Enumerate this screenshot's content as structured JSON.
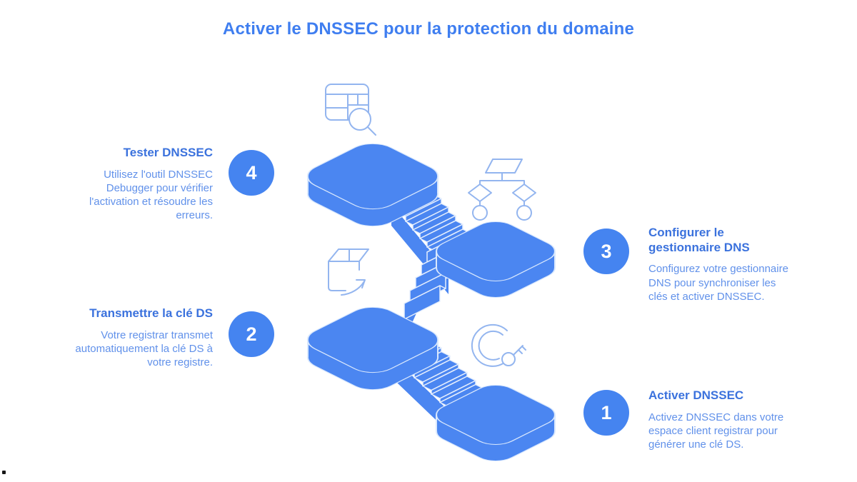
{
  "title": "Activer le DNSSEC pour la protection du domaine",
  "steps": [
    {
      "number": "1",
      "heading": "Activer DNSSEC",
      "body": "Activez DNSSEC dans votre\nespace client registrar pour\ngénérer une clé DS."
    },
    {
      "number": "2",
      "heading": "Transmettre la clé DS",
      "body": "Votre registrar transmet\nautomatiquement la clé DS à\nvotre registre."
    },
    {
      "number": "3",
      "heading": "Configurer le\ngestionnaire DNS",
      "body": "Configurez votre gestionnaire\nDNS pour synchroniser les\nclés et activer DNSSEC."
    },
    {
      "number": "4",
      "heading": "Tester DNSSEC",
      "body": "Utilisez l'outil DNSSEC\nDebugger pour vérifier\nl'activation et résoudre les\nerreurs."
    }
  ],
  "icons": [
    {
      "name": "table-search-icon"
    },
    {
      "name": "flowchart-icon"
    },
    {
      "name": "box-send-icon"
    },
    {
      "name": "sync-key-icon"
    }
  ],
  "colors": {
    "platform_blue": "#4b86f1",
    "circle_blue": "#4584f0",
    "title_text": "#3f7ef0",
    "heading_text": "#3b72dd",
    "body_text": "#6191ea",
    "icon_stroke": "#93b5ef",
    "edge_outline": "#d9e8fd"
  },
  "footer_dot": "."
}
